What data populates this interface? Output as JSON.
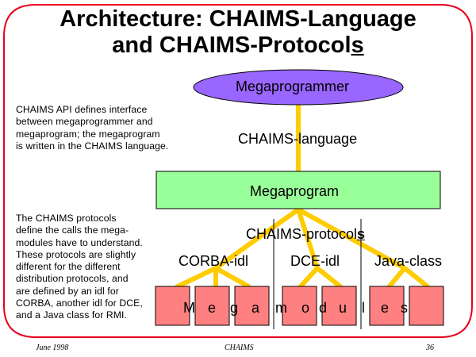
{
  "title": {
    "line1": "Architecture: CHAIMS-Language",
    "line2_prefix": "and CHAIMS-Protocol",
    "line2_underlined": "s"
  },
  "notes": {
    "api": [
      "CHAIMS API defines interface",
      "between megaprogrammer and",
      "megaprogram; the megaprogram",
      "is written in the CHAIMS language."
    ],
    "protocols": [
      "The CHAIMS protocols",
      "define the calls the mega-",
      "modules have to understand.",
      "These protocols are slightly",
      "different for the different",
      "distribution protocols, and",
      "are defined by an idl for",
      "CORBA, another idl for DCE,",
      "and a Java class for RMI."
    ]
  },
  "diagram": {
    "megaprogrammer": "Megaprogrammer",
    "language_label": "CHAIMS-language",
    "megaprogram": "Megaprogram",
    "protocols_label_prefix": "CHAIMS-protocol",
    "protocols_label_underlined": "s",
    "groups": [
      "CORBA-idl",
      "DCE-idl",
      "Java-class"
    ],
    "megamodules_letters": [
      "M",
      "e",
      "g",
      "a",
      "m",
      "o",
      "d",
      "u",
      "l",
      "e",
      "s"
    ],
    "colors": {
      "ellipse": "#9966ff",
      "megaprogram_box": "#99ff99",
      "module_box": "#ff8080",
      "connector": "#ffcc00",
      "frame": "#e8001c"
    }
  },
  "footer": {
    "date": "June 1998",
    "center": "CHAIMS",
    "page": "36"
  }
}
